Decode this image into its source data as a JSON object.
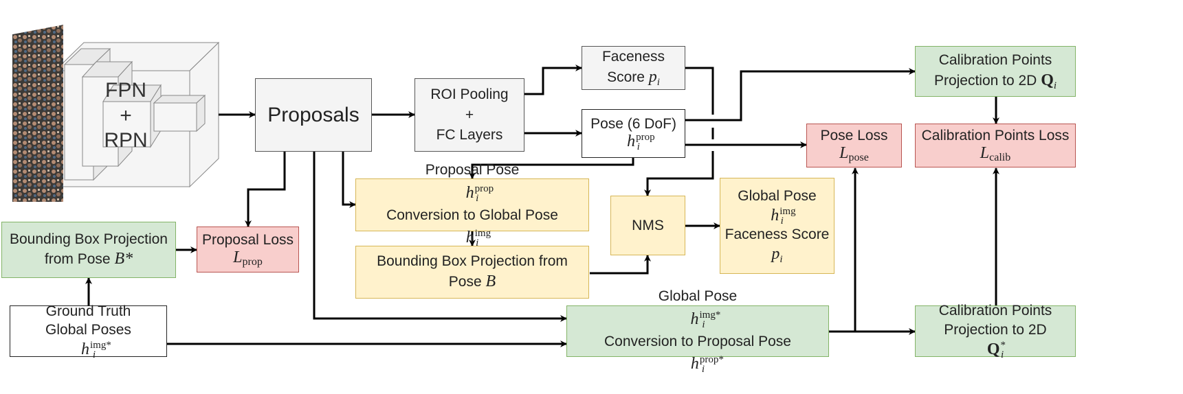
{
  "backbone": {
    "line1": "FPN",
    "line2": "+",
    "line3": "RPN"
  },
  "proposals": {
    "label": "Proposals"
  },
  "roi": {
    "line1": "ROI Pooling",
    "line2": "+",
    "line3": "FC Layers"
  },
  "faceness_score": {
    "text": "Faceness",
    "label": "Score",
    "sym": "p",
    "sub": "i"
  },
  "pose": {
    "label": "Pose (6 DoF)",
    "sym": "h",
    "sup": "prop",
    "sub": "i"
  },
  "calib_proj_top": {
    "line1": "Calibration Points",
    "label": "Projection to 2D",
    "sym": "Q",
    "sub": "i"
  },
  "pose_loss": {
    "label": "Pose Loss",
    "sym": "L",
    "sub": "pose"
  },
  "calib_loss": {
    "label": "Calibration Points Loss",
    "sym": "L",
    "sub": "calib"
  },
  "conversion": {
    "label1": "Proposal Pose",
    "sym1": "h",
    "sup1": "prop",
    "sub1": "i",
    "label2": "Conversion to Global Pose",
    "sym2": "h",
    "sup2": "img",
    "sub2": "i"
  },
  "nms": {
    "label": "NMS"
  },
  "global_pose": {
    "label": "Global Pose",
    "sym": "h",
    "sup": "img",
    "sub": "i",
    "label2": "Faceness Score",
    "sym2": "p",
    "sub2": "i"
  },
  "bbox_proj": {
    "line1": "Bounding Box Projection from",
    "label": "Pose",
    "sym": "B"
  },
  "bbox_gt": {
    "line1": "Bounding Box Projection",
    "label": "from Pose",
    "sym": "B*"
  },
  "proposal_loss": {
    "label": "Proposal Loss",
    "sym": "L",
    "sub": "prop"
  },
  "ground_truth": {
    "line1": "Ground Truth",
    "label": "Global Poses",
    "sym": "h",
    "sup": "img*",
    "sub": "i"
  },
  "gt_conversion": {
    "label1": "Global Pose",
    "sym1": "h",
    "sup1": "img*",
    "sub1": "i",
    "label2": "Conversion to Proposal Pose",
    "sym2": "h",
    "sup2": "prop*",
    "sub2": "i"
  },
  "calib_proj_bottom": {
    "line1": "Calibration Points",
    "label": "Projection to 2D",
    "sym": "Q",
    "sup": "*",
    "sub": "i"
  }
}
